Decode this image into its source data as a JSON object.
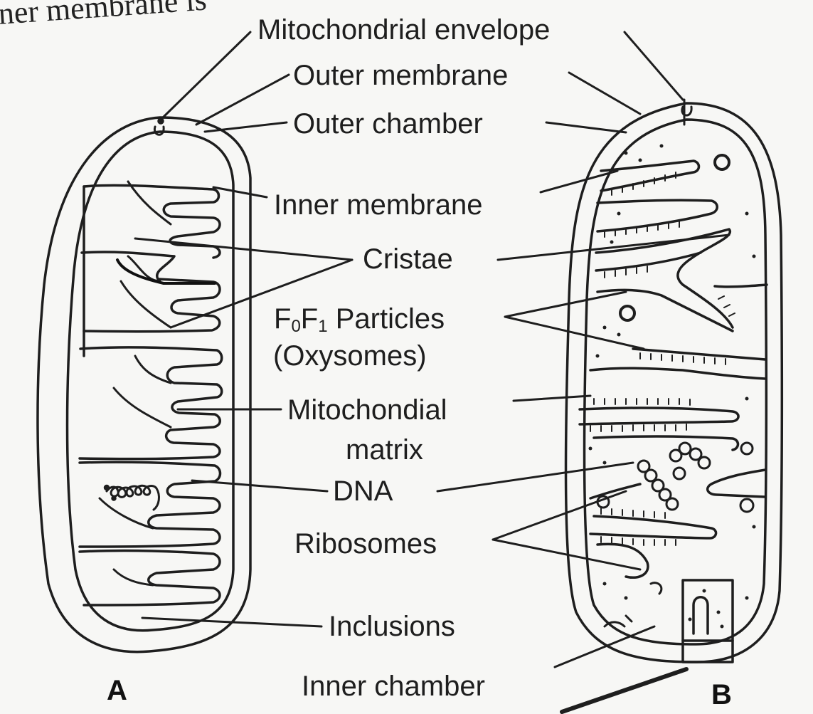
{
  "header_fragment": "ner membrane is",
  "labels": {
    "mitochondrial_envelope": "Mitochondrial envelope",
    "outer_membrane": "Outer membrane",
    "outer_chamber": "Outer chamber",
    "inner_membrane": "Inner membrane",
    "cristae": "Cristae",
    "particles_f": "F",
    "particles_sub0": "0",
    "particles_f2": "F",
    "particles_sub1": "1",
    "particles_word": " Particles",
    "oxysomes": "(Oxysomes)",
    "mitochondrial_matrix_line1": "Mitochondial",
    "mitochondrial_matrix_line2": "matrix",
    "dna": "DNA",
    "ribosomes": "Ribosomes",
    "inclusions": "Inclusions",
    "inner_chamber": "Inner chamber"
  },
  "panels": {
    "a": "A",
    "b": "B"
  },
  "colors": {
    "ink": "#1e1e1e",
    "paper": "#f7f7f5"
  }
}
